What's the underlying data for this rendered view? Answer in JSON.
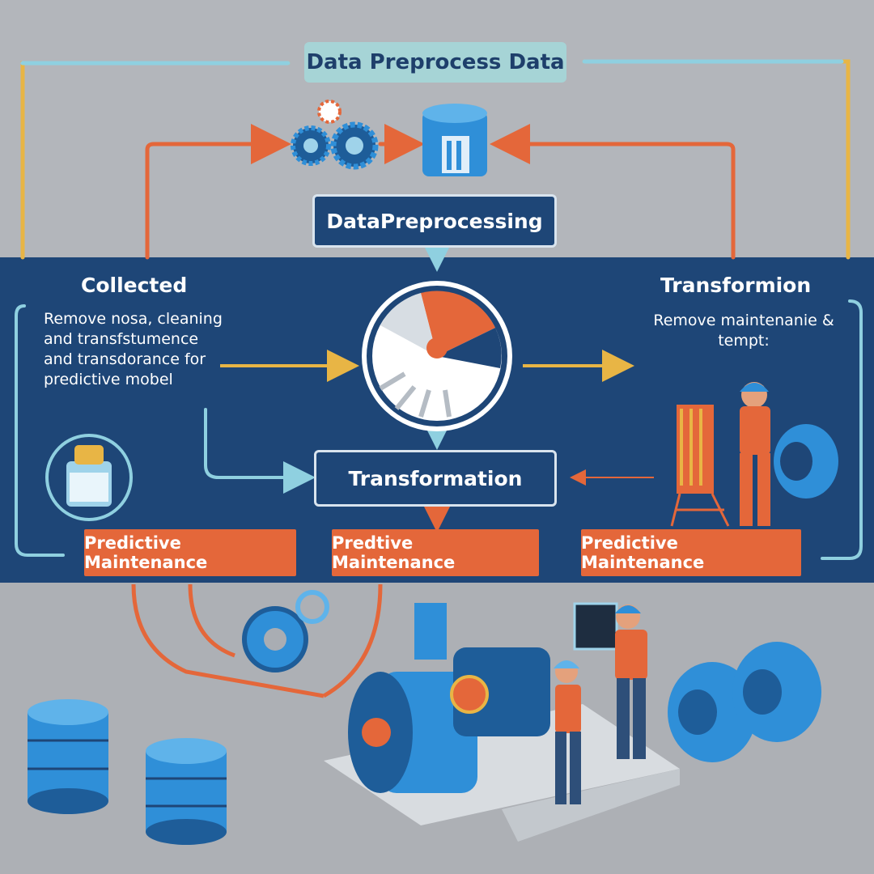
{
  "header": {
    "title": "Data Preprocess Data"
  },
  "top": {
    "preprocessing_label": "DataPreprocessing"
  },
  "left_panel": {
    "title": "Collected",
    "lines": [
      "Remove nosa, cleaning",
      "and transfstumence",
      "and transdorance for",
      "predictive mobel"
    ]
  },
  "right_panel": {
    "title": "Transformion",
    "lines": [
      "Remove maintenanie &",
      "tempt:"
    ]
  },
  "center": {
    "transformation_label": "Transformation"
  },
  "buttons": [
    "Predictive Maintenance",
    "Predtive Maintenance",
    "Predictive Maintenance"
  ],
  "colors": {
    "navy": "#1e4677",
    "orange": "#e4673a",
    "teal": "#a6d4d6",
    "blue": "#2f8fd8",
    "yellow": "#e8b545"
  }
}
